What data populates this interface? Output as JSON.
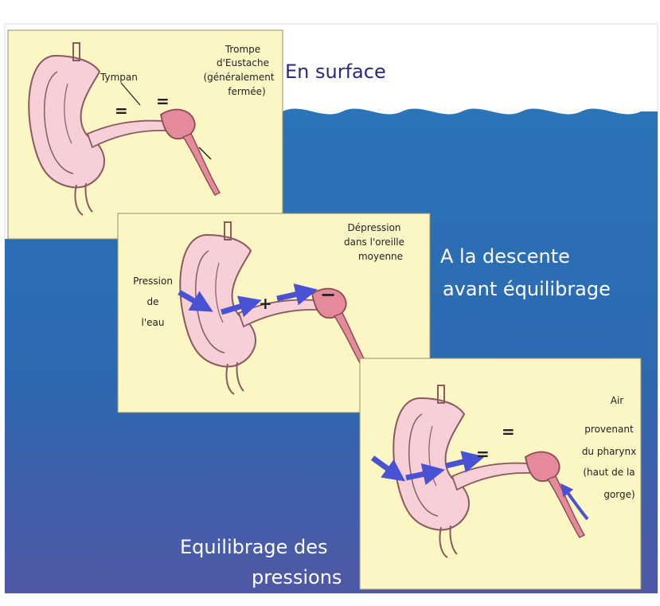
{
  "slide": {
    "colors": {
      "sea_top": "#2b74b8",
      "sea_bottom": "#4a5aa8",
      "panel_fill": "#fbf6c4",
      "ear_fill": "#f6d0d6",
      "arrow_color": "#4a52d4",
      "accent_red": "#c14a5a"
    }
  },
  "scenes": [
    {
      "caption": "En surface",
      "labels": {
        "tympan": "Tympan",
        "trompe_1": "Trompe",
        "trompe_2": "d'Eustache",
        "trompe_3": "(généralement",
        "trompe_4": "fermée)"
      },
      "signs": {
        "outer": "=",
        "middle": "="
      }
    },
    {
      "caption_line_1": "A la descente",
      "caption_line_2": "avant équilibrage",
      "labels": {
        "pression_1": "Pression",
        "pression_2": "de",
        "pression_3": "l'eau",
        "depression_1": "Dépression",
        "depression_2": "dans l'oreille",
        "depression_3": "moyenne"
      },
      "signs": {
        "outer": "+",
        "middle": "−"
      }
    },
    {
      "caption_line_1": "Equilibrage des",
      "caption_line_2": "pressions",
      "labels": {
        "air_1": "Air",
        "air_2": "provenant",
        "air_3": "du pharynx",
        "air_4": "(haut de la",
        "air_5": "gorge)"
      },
      "signs": {
        "outer": "=",
        "middle": "="
      }
    }
  ]
}
